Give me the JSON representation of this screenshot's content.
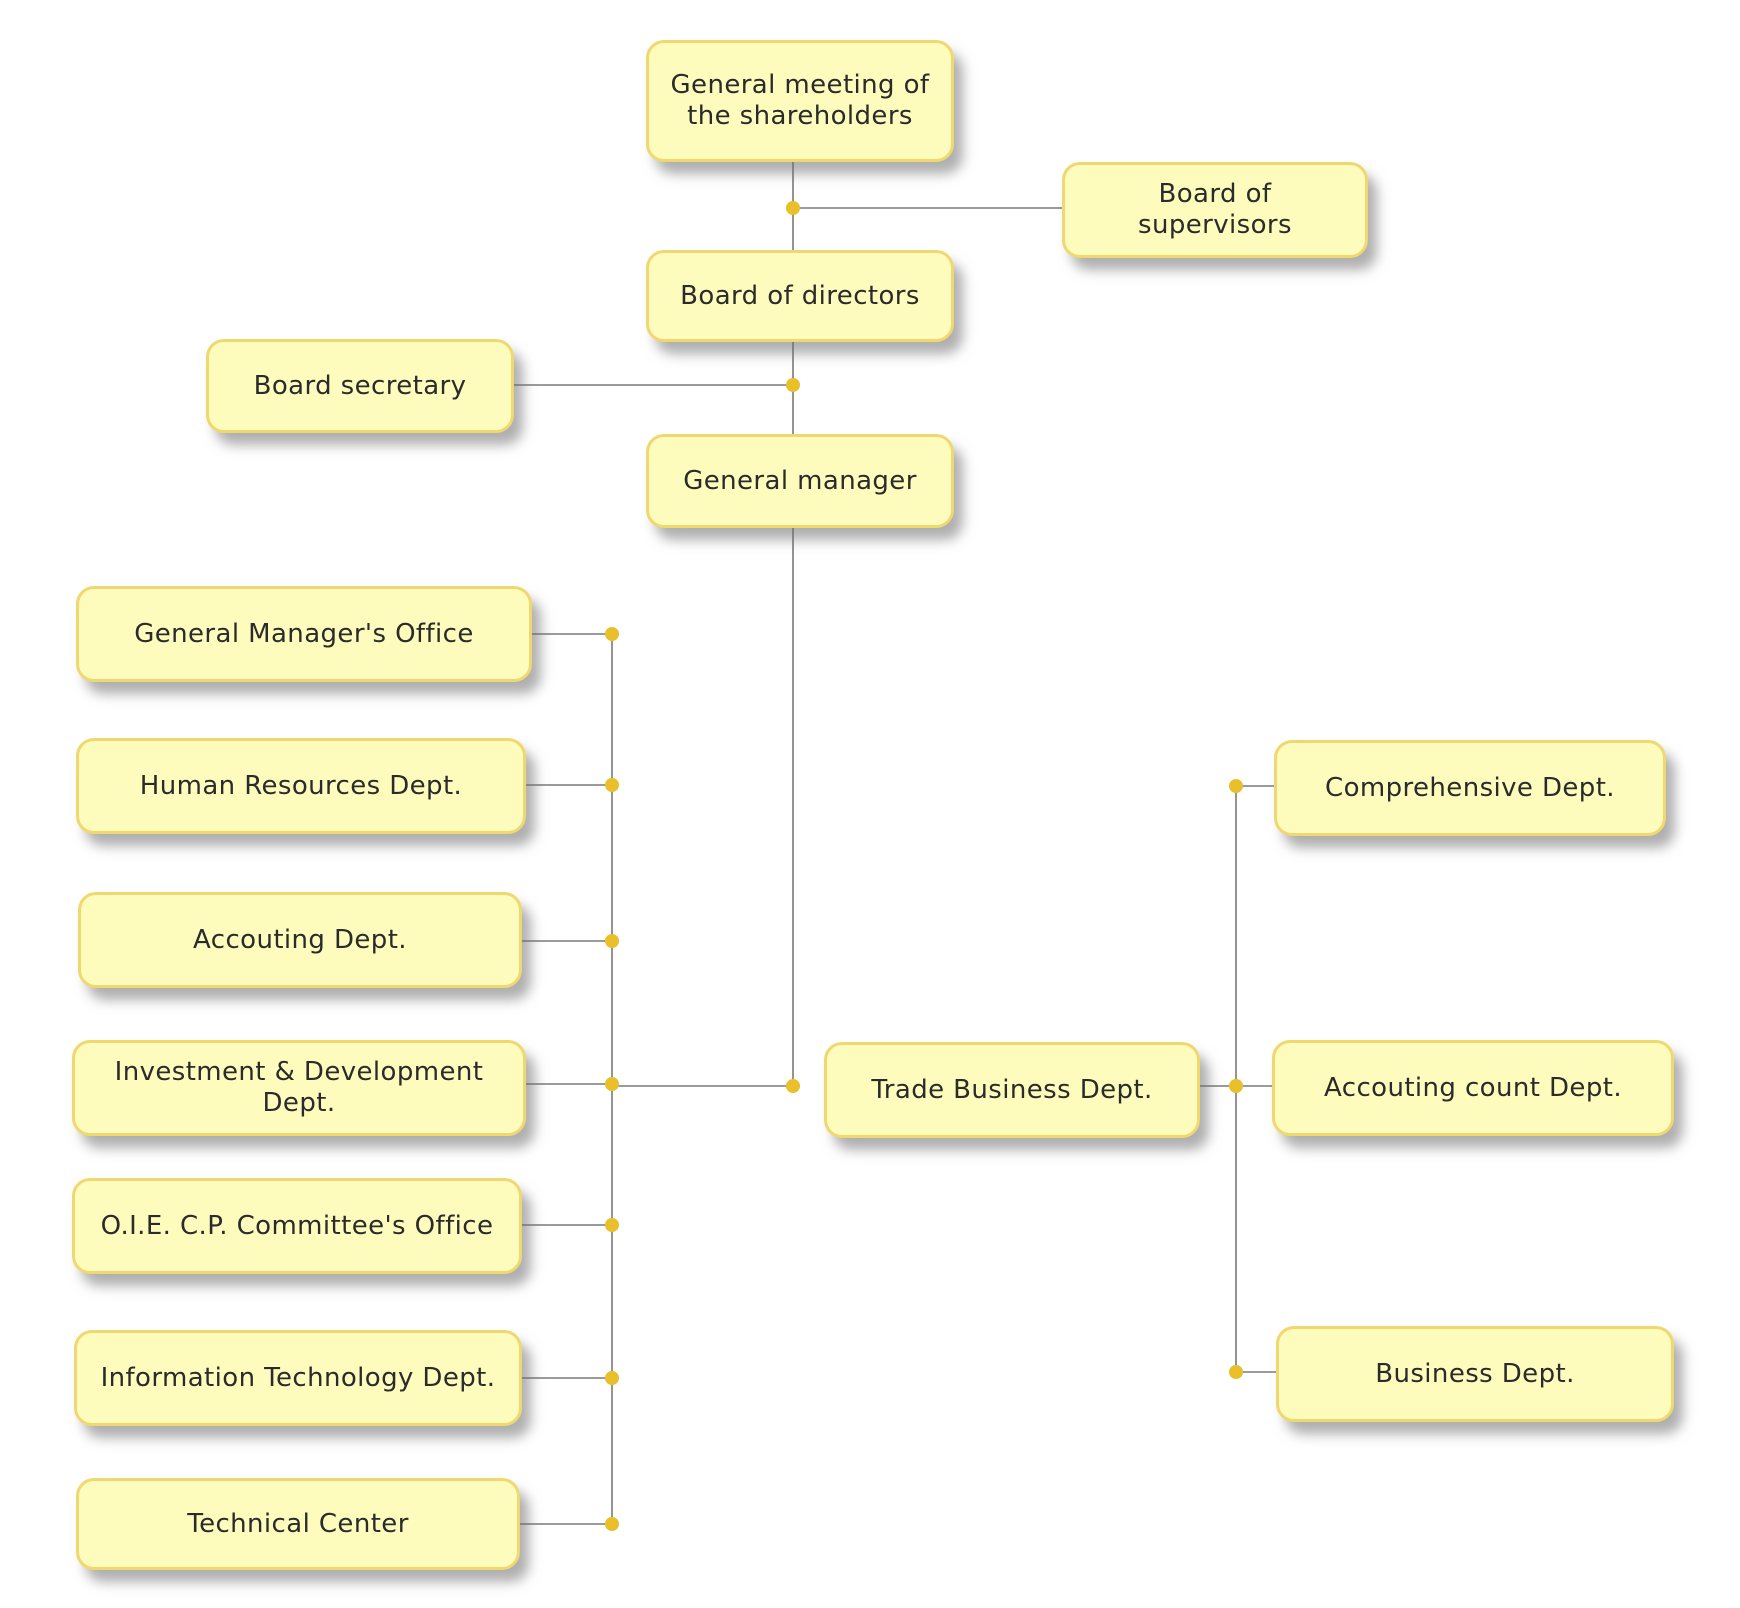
{
  "colors": {
    "box_fill": "#fefcbc",
    "box_border": "#f0d870",
    "connector": "#7a7a7a",
    "junction": "#e9bf2a"
  },
  "nodes": {
    "shareholders": "General meeting of\nthe shareholders",
    "supervisors": "Board of supervisors",
    "directors": "Board of directors",
    "secretary": "Board secretary",
    "general_manager": "General manager",
    "gm_office": "General Manager's Office",
    "hr": "Human Resources Dept.",
    "accounting": "Accouting Dept.",
    "investment": "Investment & Development Dept.",
    "oie_committee": "O.I.E. C.P. Committee's Office",
    "it": "Information Technology Dept.",
    "tech_center": "Technical Center",
    "trade_business": "Trade  Business Dept.",
    "comprehensive": "Comprehensive Dept.",
    "accounting_count": "Accouting count Dept.",
    "business": "Business Dept."
  }
}
